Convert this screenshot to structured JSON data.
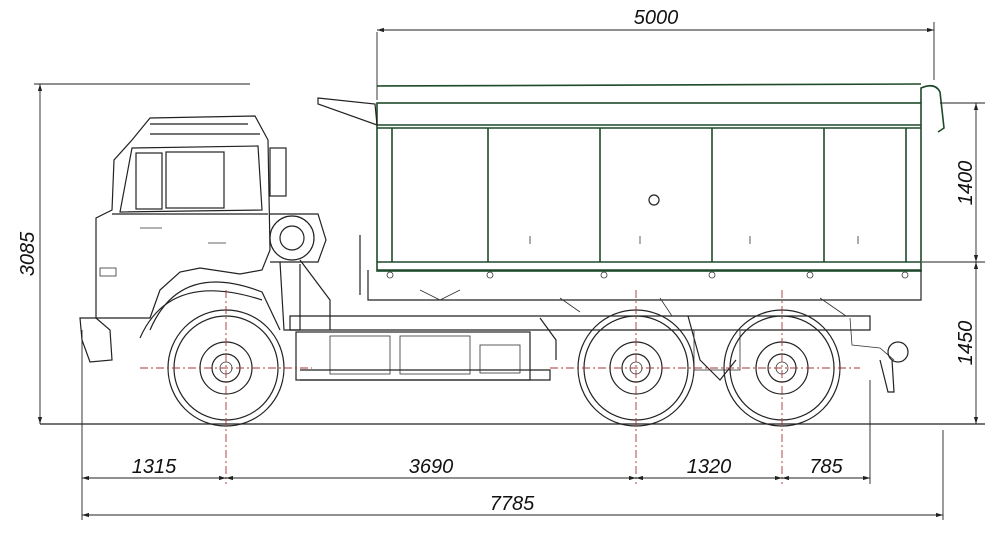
{
  "diagram": {
    "colors": {
      "body": "#1e4a2a",
      "line": "#222222",
      "centerline": "#aa3333"
    },
    "dimensions": {
      "body_length": "5000",
      "overall_height": "3085",
      "body_height": "1400",
      "floor_height": "1450",
      "front_overhang": "1315",
      "wheelbase_front": "3690",
      "wheelbase_rear": "1320",
      "rear_overhang": "785",
      "overall_length": "7785"
    }
  }
}
